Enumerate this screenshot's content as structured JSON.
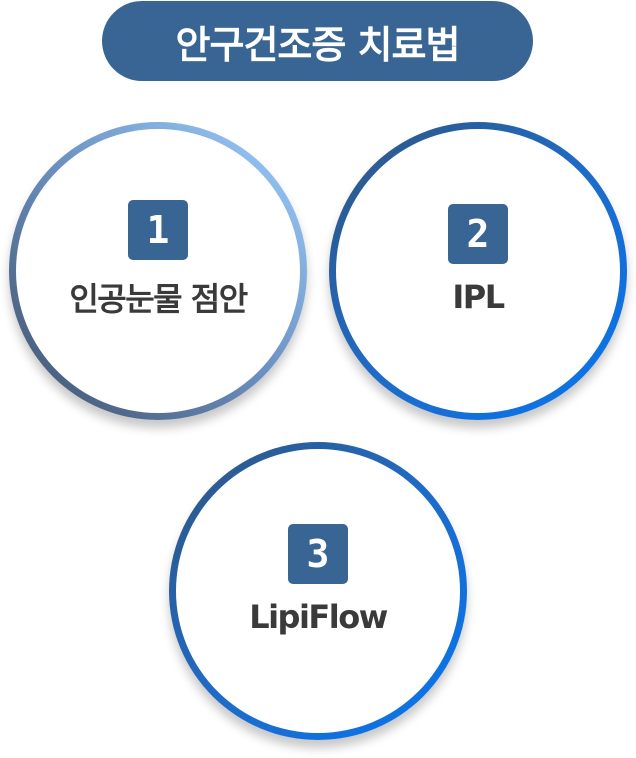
{
  "title": "안구건조증 치료법",
  "colors": {
    "primary": "#396595",
    "text": "#3a3a3a",
    "accent_blue": "#0575ef"
  },
  "treatments": [
    {
      "number": "1",
      "label": "인공눈물 점안"
    },
    {
      "number": "2",
      "label": "IPL"
    },
    {
      "number": "3",
      "label": "LipiFlow"
    }
  ]
}
